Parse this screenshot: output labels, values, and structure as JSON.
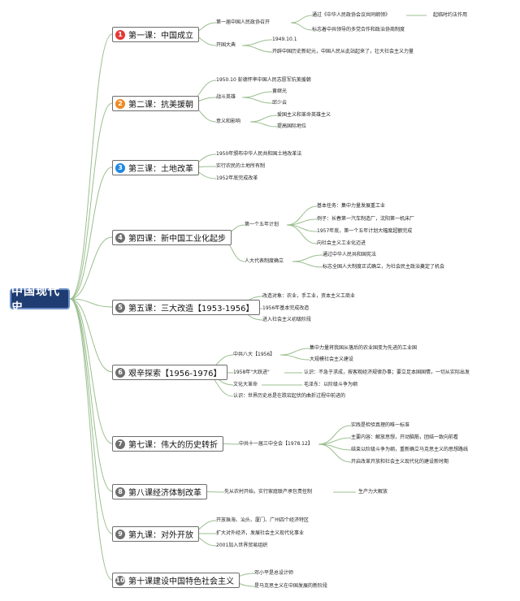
{
  "root": {
    "title": "中国现代史"
  },
  "colors": {
    "line": "#9bbf8f",
    "badge_gray": "#6f6f6f",
    "badge_red": "#e53935",
    "badge_orange": "#f08a24",
    "badge_blue": "#1e88e5"
  },
  "lessons": [
    {
      "num": "1",
      "color": "#e53935",
      "title": "第一课：中国成立"
    },
    {
      "num": "2",
      "color": "#f08a24",
      "title": "第二课：抗美援朝"
    },
    {
      "num": "3",
      "color": "#1e88e5",
      "title": "第三课：土地改革"
    },
    {
      "num": "4",
      "color": "#6f6f6f",
      "title": "第四课：新中国工业化起步"
    },
    {
      "num": "5",
      "color": "#6f6f6f",
      "title": "第五课：三大改造【1953-1956】"
    },
    {
      "num": "6",
      "color": "#6f6f6f",
      "title": "艰辛探索【1956-1976】"
    },
    {
      "num": "7",
      "color": "#6f6f6f",
      "title": "第七课：伟大的历史转折"
    },
    {
      "num": "8",
      "color": "#6f6f6f",
      "title": "第八课经济体制改革"
    },
    {
      "num": "9",
      "color": "#6f6f6f",
      "title": "第九课：对外开放"
    },
    {
      "num": "10",
      "color": "#6f6f6f",
      "title": "第十课建设中国特色社会主义"
    }
  ],
  "nodes": {
    "l1_a": "第一届中国人民政协召开",
    "l1_a1": "通过《中华人民政协会议共同纲领》",
    "l1_a1a": "起临时约法作用",
    "l1_a2": "标志着中共领导的多党合作和政治协商制度",
    "l1_b": "开国大典",
    "l1_b1": "1949.10.1",
    "l1_b2": "开辟中国历史新纪元，中国人民从此站起来了，壮大社会主义力量",
    "l2_a": "1950.10 彭德怀率中国人民志愿军抗美援朝",
    "l2_b": "战斗英雄",
    "l2_b1": "黄继光",
    "l2_b2": "邱少云",
    "l2_c": "意义和影响",
    "l2_c1": "爱国主义和革命英雄主义",
    "l2_c2": "提高国际地位",
    "l3_a": "1950年颁布中华人民共和国土地改革法",
    "l3_b": "实行农民的土地所有制",
    "l3_c": "1952年底完成改革",
    "l4_a": "第一个五年计划",
    "l4_a1": "基本任务：集中力量发展重工业",
    "l4_a2": "例子：长春第一汽车制造厂，沈阳第一机床厂",
    "l4_a3": "1957年底，第一个五年计划大幅度超额完成",
    "l4_a4": "向社会主义工业化迈进",
    "l4_b": "人大代表制度确立",
    "l4_b1": "通过中华人民共和国宪法",
    "l4_b2": "标志全国人大制度正式确立，为社会民主政治奠定了机会",
    "l5_a": "改造对象：农业，手工业，资本主义工商业",
    "l5_b": "1956年基本完成改造",
    "l5_c": "进入社会主义初级阶段",
    "l6_a": "中共八大【1956】",
    "l6_a1": "集中力量将我国从落后的农业国变为先进的工业国",
    "l6_a2": "大规模社会主义建设",
    "l6_b": "1958年\"大跃进\"",
    "l6_b1": "认识：不急于求成，按客观经济规律办事；要立足本国国情，一切从实际出发",
    "l6_c": "文化大革命",
    "l6_c1": "毛泽东：以阶级斗争为纲",
    "l6_d": "认识：世界历史总是在跌宕起伏的曲折过程中前进的",
    "l7_a": "中共十一届三中全会【1978.12】",
    "l7_a1": "实践是检验真理的唯一标准",
    "l7_a2": "主要内容：解放思想，开动脑筋，团结一致向前看",
    "l7_a3": "结束以阶级斗争为纲，重新确立马克思主义的思想路线",
    "l7_a4": "开启改革开放和社会主义现代化的建设新时期",
    "l8_a": "先从农村开始，实行家庭联产承包责任制",
    "l8_a1": "生产力大解放",
    "l9_a": "开放珠海、汕头、厦门、广州四个经济特区",
    "l9_b": "扩大对外经济，发展社会主义现代化事业",
    "l9_c": "2001加入世界贸易组织",
    "l10_a": "邓小平是总设计师",
    "l10_b": "是马克思主义在中国发展的新阶段"
  }
}
